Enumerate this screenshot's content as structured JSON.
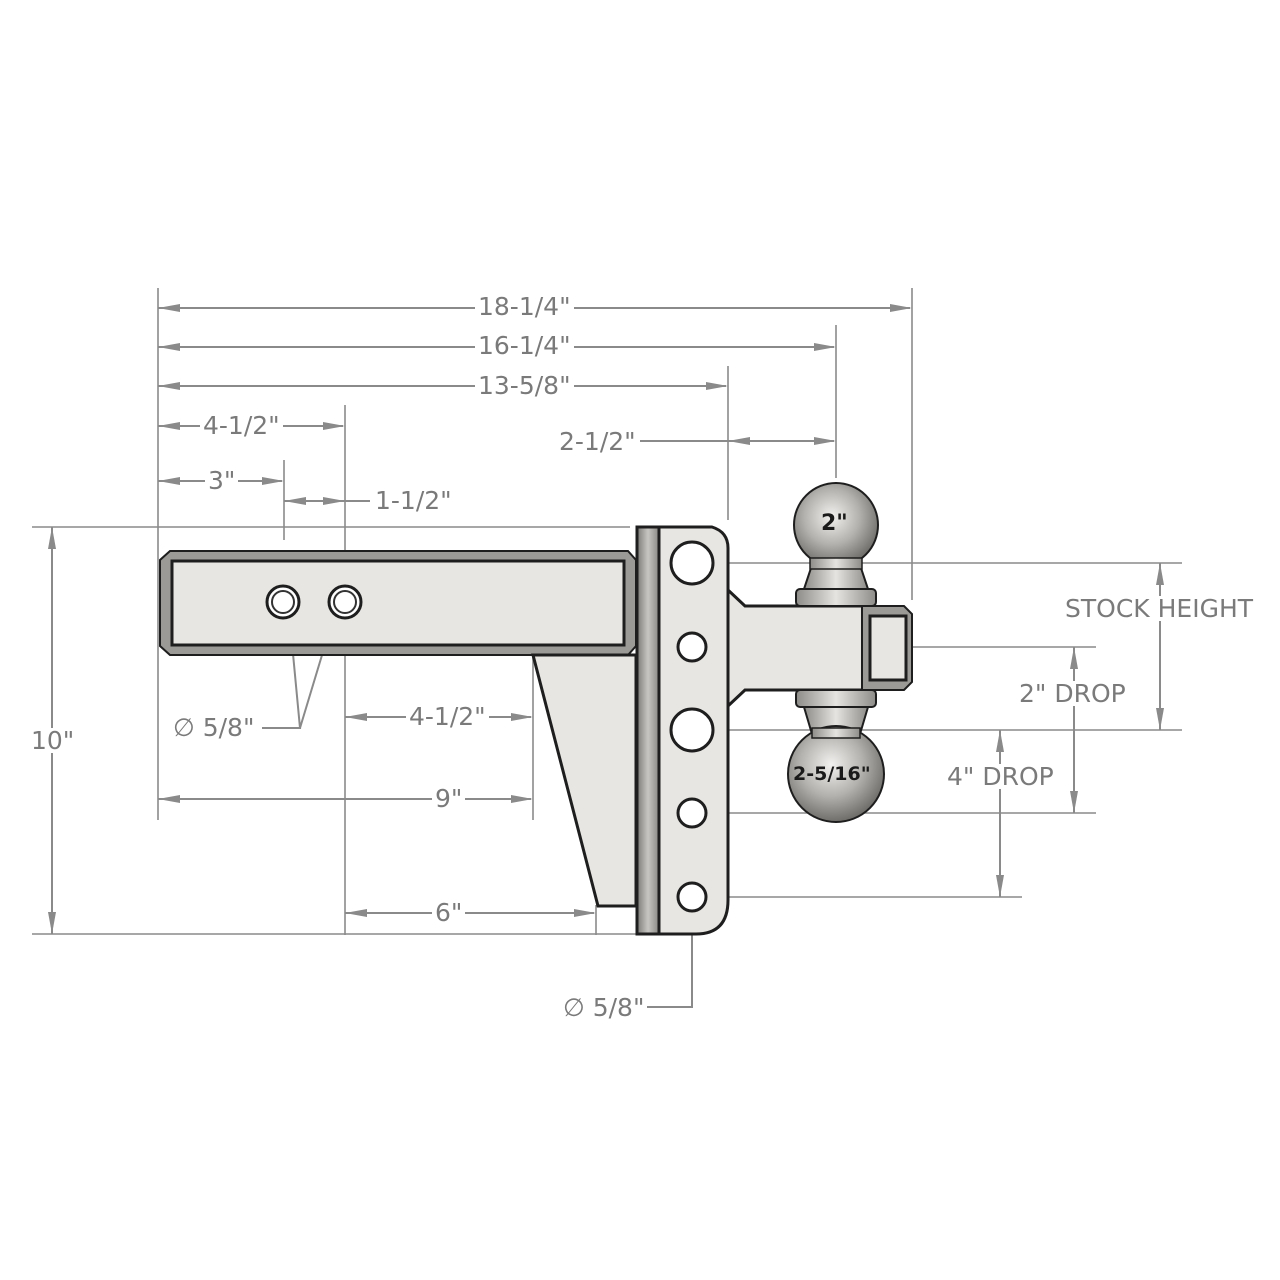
{
  "drawing": {
    "subject": "Adjustable ball mount hitch - side view dimension drawing",
    "colors": {
      "dimension_line": "#8a8a8a",
      "part_fill": "#e8e6e2",
      "outline": "#1e1e1e",
      "ball": "#a9a7a3"
    }
  },
  "dimensions": {
    "overall_length": "18-1/4\"",
    "length_to_upper_ball": "16-1/4\"",
    "length_to_plate": "13-5/8\"",
    "plate_to_ball_center": "2-1/2\"",
    "shank_to_second_hole": "4-1/2\"",
    "shank_to_first_hole": "3\"",
    "hole_spacing": "1-1/2\"",
    "shank_hole_diameter": "∅ 5/8\"",
    "hole_to_gusset": "4-1/2\"",
    "shank_usable_length": "9\"",
    "gusset_base": "6\"",
    "overall_height": "10\"",
    "plate_hole_diameter": "∅ 5/8\"",
    "stock_height": "STOCK HEIGHT",
    "drop_2": "2\" DROP",
    "drop_4": "4\" DROP"
  },
  "balls": {
    "upper": "2\"",
    "lower": "2-5/16\""
  }
}
